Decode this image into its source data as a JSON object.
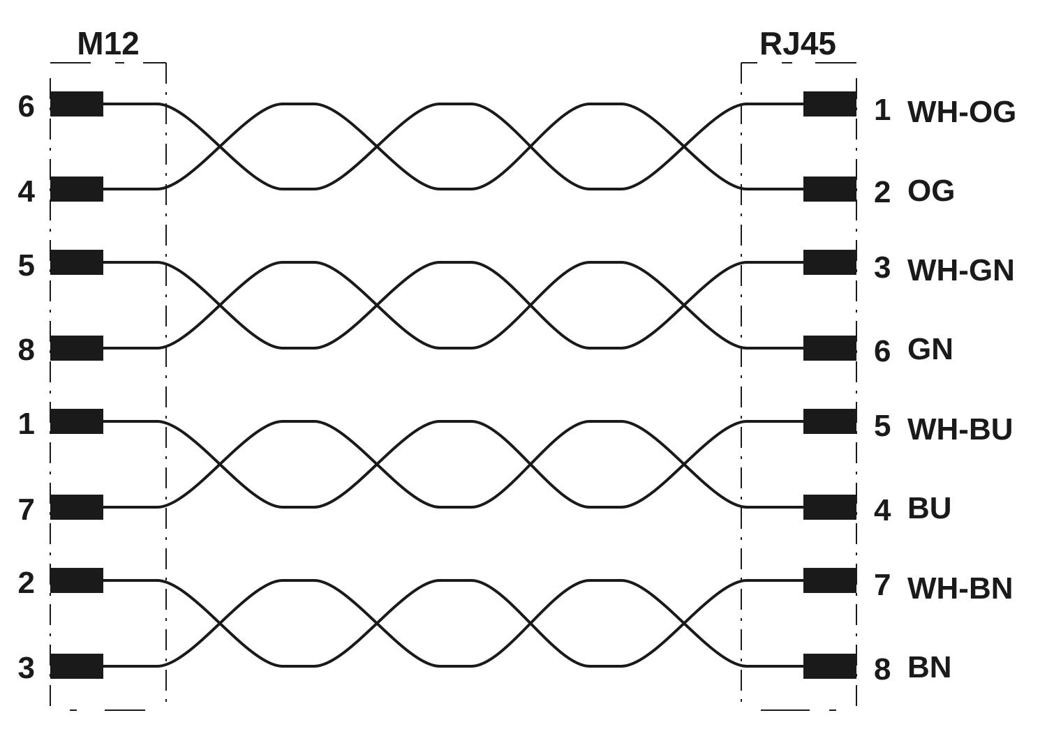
{
  "connectors": {
    "left_title": "M12",
    "right_title": "RJ45"
  },
  "pairs": [
    {
      "left_pins": [
        "6",
        "4"
      ],
      "right_pins": [
        "1",
        "2"
      ],
      "right_colors": [
        "WH-OG",
        "OG"
      ]
    },
    {
      "left_pins": [
        "5",
        "8"
      ],
      "right_pins": [
        "3",
        "6"
      ],
      "right_colors": [
        "WH-GN",
        "GN"
      ]
    },
    {
      "left_pins": [
        "1",
        "7"
      ],
      "right_pins": [
        "5",
        "4"
      ],
      "right_colors": [
        "WH-BU",
        "BU"
      ]
    },
    {
      "left_pins": [
        "2",
        "3"
      ],
      "right_pins": [
        "7",
        "8"
      ],
      "right_colors": [
        "WH-BN",
        "BN"
      ]
    }
  ],
  "colors": {
    "line": "#1a1a1a",
    "background": "#ffffff"
  }
}
